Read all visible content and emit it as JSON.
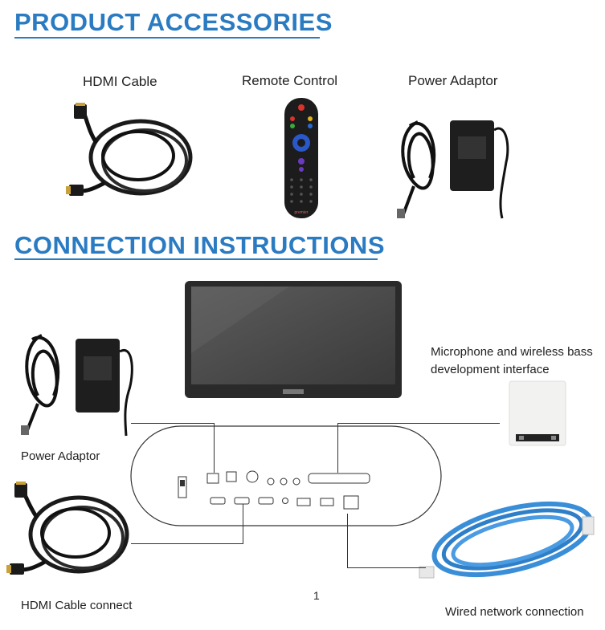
{
  "sections": {
    "accessories_title": "PRODUCT ACCESSORIES",
    "connection_title": "CONNECTION INSTRUCTIONS"
  },
  "accessories": [
    {
      "label": "HDMI Cable"
    },
    {
      "label": "Remote Control"
    },
    {
      "label": "Power Adaptor"
    }
  ],
  "connection": {
    "power_adaptor": "Power Adaptor",
    "hdmi_cable": "HDMI Cable connect",
    "mic_interface": [
      "Microphone and wireless bass",
      "development interface"
    ],
    "network": "Wired network connection"
  },
  "remote_brand": "premier",
  "page_number": "1"
}
